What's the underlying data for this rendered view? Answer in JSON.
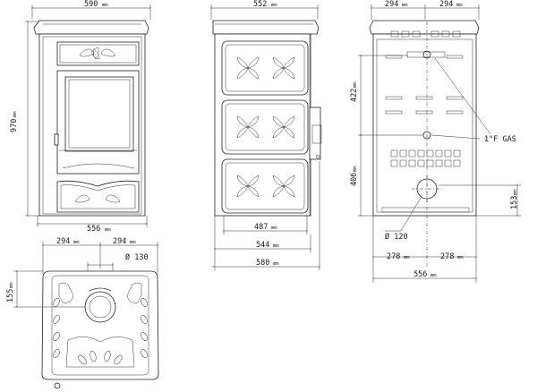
{
  "front": {
    "width_top": "590",
    "height": "970",
    "base_width": "556"
  },
  "side": {
    "width_top": "552",
    "depth_487": "487",
    "depth_544": "544",
    "depth_580": "580"
  },
  "rear": {
    "half_left": "294",
    "half_right": "294",
    "h_422": "422",
    "h_406": "406",
    "h_153": "153",
    "gas_label": "1\"F GAS",
    "flue_diameter": "Ø 120",
    "base_left": "278",
    "base_right": "278",
    "base_total": "556"
  },
  "top": {
    "half_left": "294",
    "half_right": "294",
    "flue_diameter": "Ø 130",
    "offset_155": "155"
  },
  "unit": "mm"
}
